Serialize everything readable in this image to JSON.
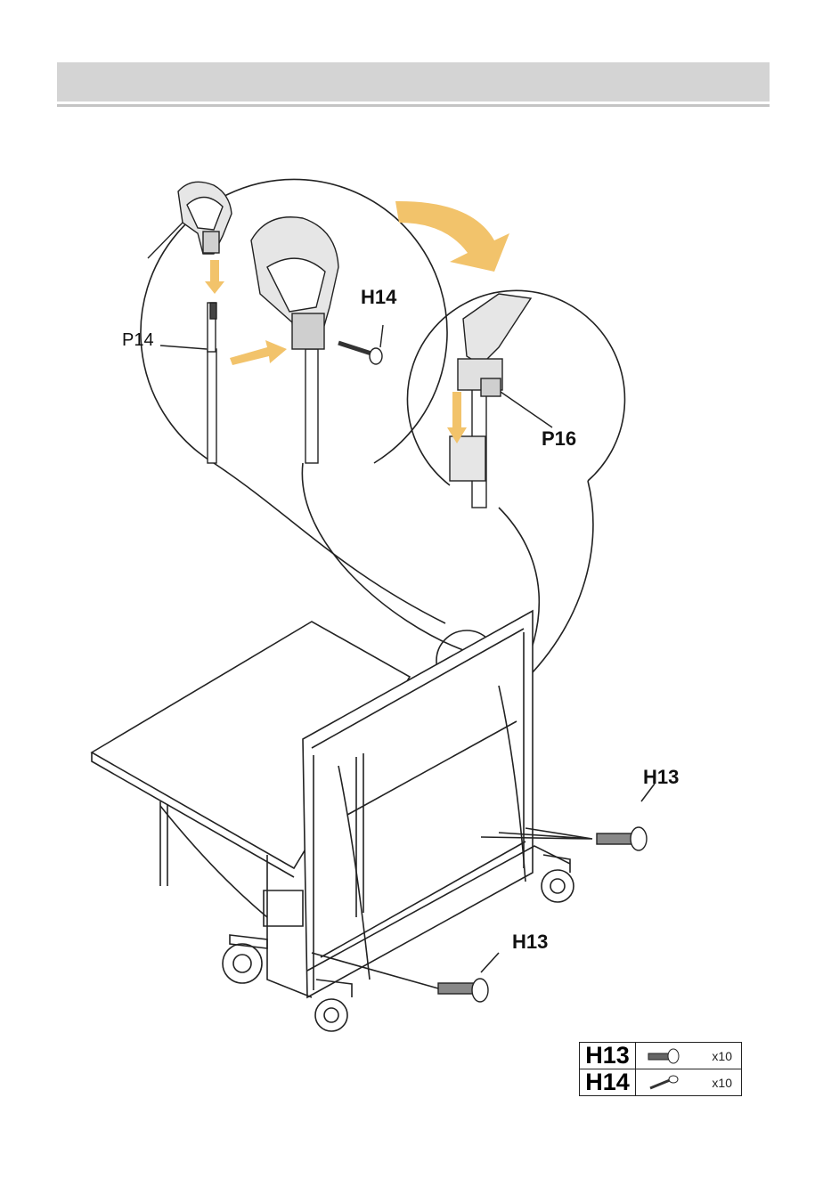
{
  "header": {
    "title": ""
  },
  "callouts": {
    "rod_label": "P14",
    "screw_label": "H14",
    "clip_label": "P16",
    "bolt_label_right": "H13",
    "bolt_label_bottom": "H13"
  },
  "parts": [
    {
      "code": "H13",
      "quantity": "x10",
      "icon": "bolt-icon"
    },
    {
      "code": "H14",
      "quantity": "x10",
      "icon": "screw-icon"
    }
  ],
  "colors": {
    "arrow": "#f2c36b",
    "line": "#222222",
    "header": "#d4d4d4"
  }
}
